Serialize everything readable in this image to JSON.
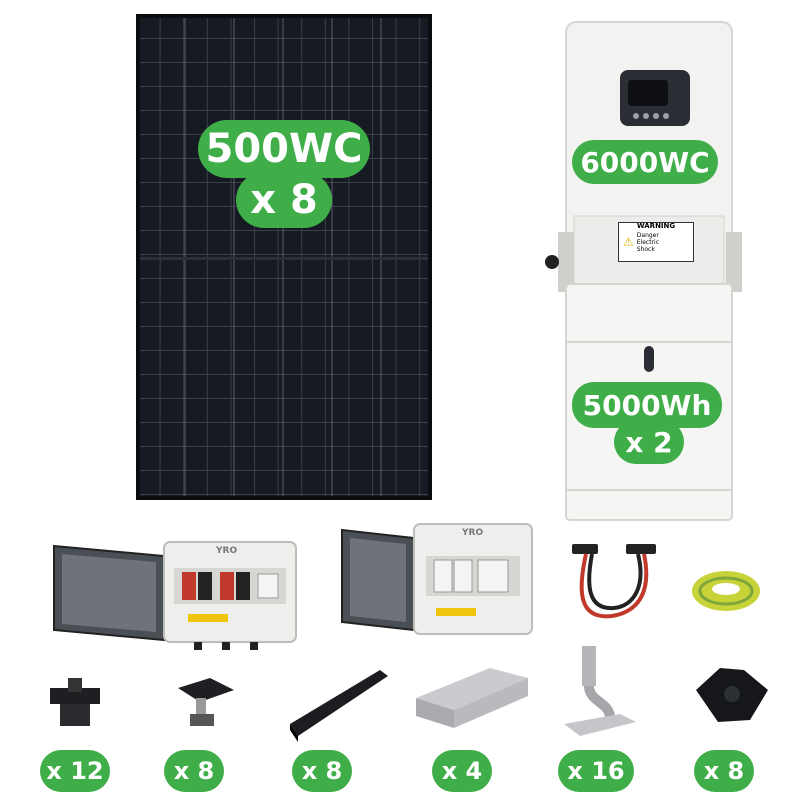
{
  "panel": {
    "label_line1": "500WC",
    "label_line2": "x 8"
  },
  "inverter": {
    "label": "6000WC",
    "warning_title": "WARNING",
    "warning_text1": "Danger",
    "warning_text2": "Electric",
    "warning_text3": "Shock"
  },
  "battery": {
    "label_line1": "5000Wh",
    "label_line2": "x 2"
  },
  "boxes": {
    "brand_1": "YRO",
    "brand_2": "YRO"
  },
  "accessories": [
    {
      "name": "end-clamp",
      "qty": "x 12"
    },
    {
      "name": "mid-clamp",
      "qty": "x 8"
    },
    {
      "name": "rail",
      "qty": "x 8"
    },
    {
      "name": "rail-connector",
      "qty": "x 4"
    },
    {
      "name": "roof-hook",
      "qty": "x 16"
    },
    {
      "name": "cable-clip",
      "qty": "x 8"
    }
  ],
  "colors": {
    "accent": "#3fae49",
    "panel": "#14181f"
  }
}
